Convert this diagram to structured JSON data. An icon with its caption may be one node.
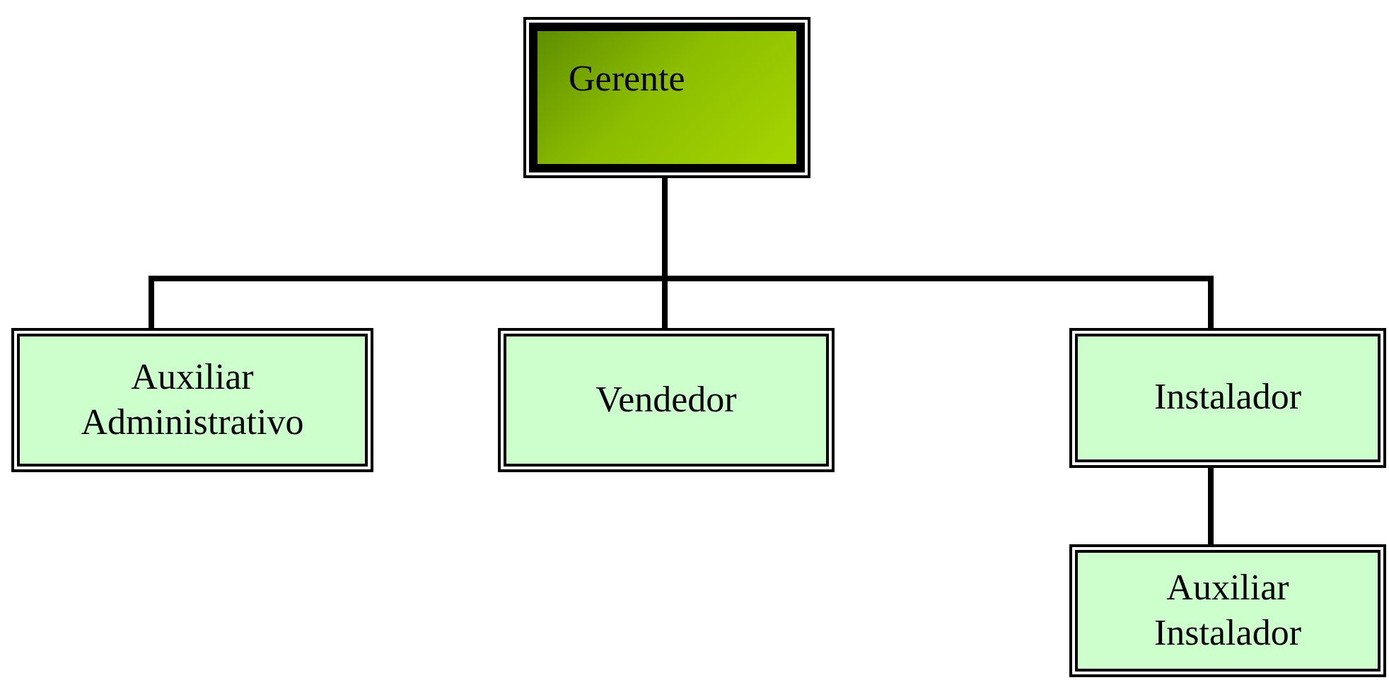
{
  "diagram": {
    "nodes": [
      {
        "text": [
          "Gerente"
        ]
      },
      {
        "text": [
          "Auxiliar Administrativo"
        ]
      },
      {
        "text": [
          "Vendedor"
        ]
      },
      {
        "text": [
          "Instalador"
        ]
      },
      {
        "text": [
          "Auxiliar Instalador"
        ]
      }
    ],
    "edges": [
      {
        "from": 0,
        "to": 1,
        "arrow": "none"
      },
      {
        "from": 0,
        "to": 2,
        "arrow": "none"
      },
      {
        "from": 0,
        "to": 3,
        "arrow": "none"
      },
      {
        "from": 3,
        "to": 4,
        "arrow": "none"
      }
    ]
  }
}
